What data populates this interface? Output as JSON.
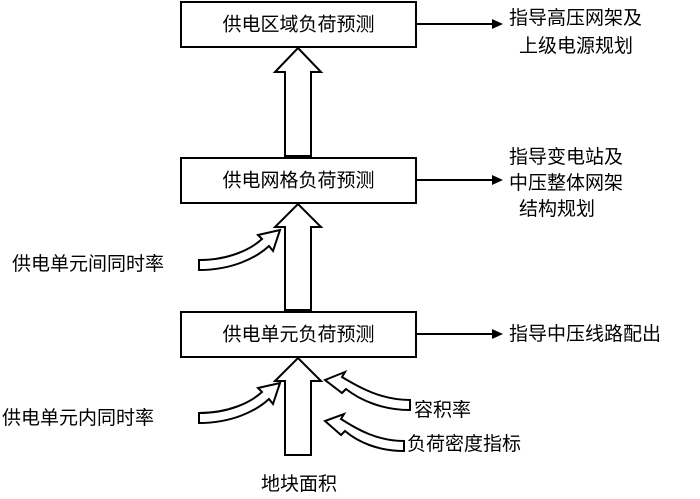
{
  "boxes": {
    "region": "供电区域负荷预测",
    "grid": "供电网格负荷预测",
    "unit": "供电单元负荷预测"
  },
  "outputs": {
    "region": [
      "指导高压网架及",
      "上级电源规划"
    ],
    "grid": [
      "指导变电站及",
      "中压整体网架",
      "结构规划"
    ],
    "unit": [
      "指导中压线路配出"
    ]
  },
  "factors": {
    "between_units": "供电单元间同时率",
    "within_unit": "供电单元内同时率",
    "plot_ratio": "容积率",
    "density_index": "负荷密度指标"
  },
  "base_input": "地块面积"
}
